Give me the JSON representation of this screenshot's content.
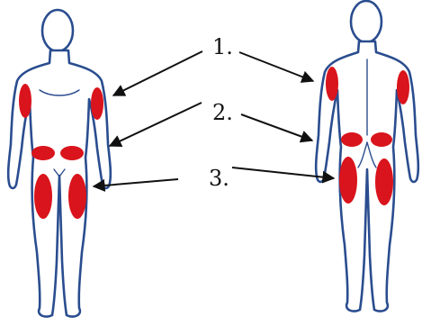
{
  "labels": {
    "site_1": "1.",
    "site_2": "2.",
    "site_3": "3."
  },
  "figures": {
    "front": "front-view-body",
    "back": "back-view-body"
  },
  "colors": {
    "outline": "#2a4d8f",
    "injection_site": "#d9141c",
    "arrow": "#111111",
    "background": "#ffffff"
  },
  "injection_sites": [
    "upper-arm",
    "abdomen-and-buttocks",
    "thigh"
  ]
}
